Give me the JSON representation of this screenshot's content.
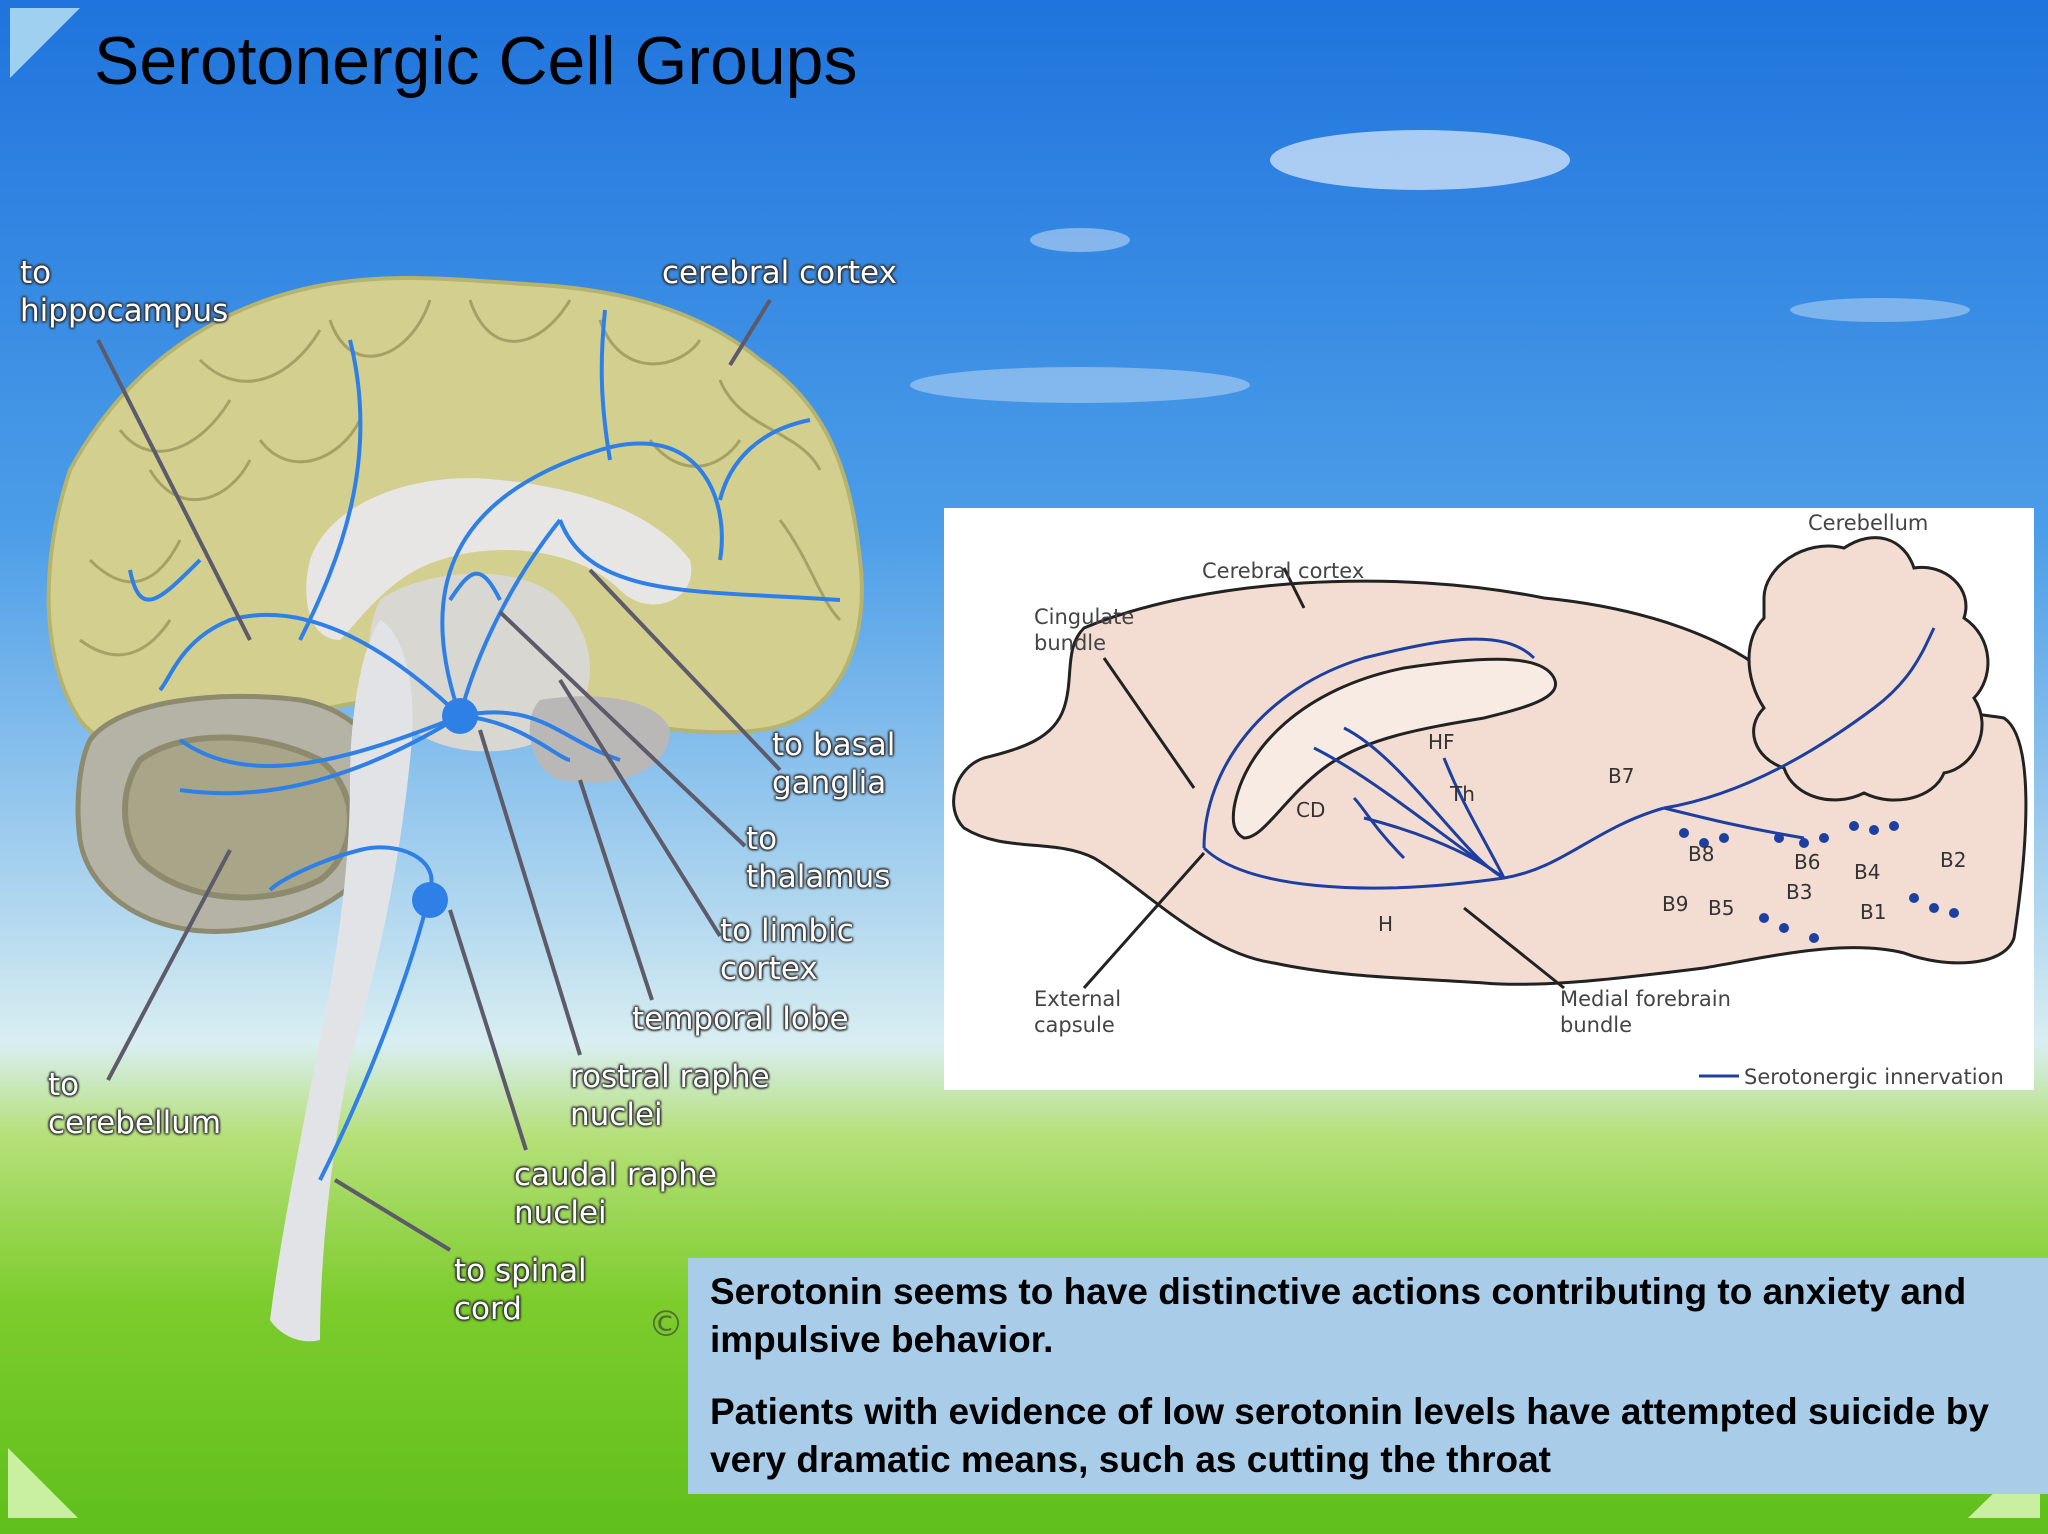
{
  "slide": {
    "title": "Serotonergic Cell Groups"
  },
  "left_diagram": {
    "labels": {
      "hippocampus": "to\nhippocampus",
      "cerebral_cortex": "cerebral cortex",
      "basal_ganglia": "to basal\nganglia",
      "thalamus": "to\nthalamus",
      "limbic_cortex": "to limbic\ncortex",
      "temporal_lobe": "temporal lobe",
      "rostral_raphe": "rostral raphe\nnuclei",
      "caudal_raphe": "caudal raphe\nnuclei",
      "spinal_cord": "to spinal\ncord",
      "cerebellum": "to\ncerebellum"
    },
    "copyright": "©"
  },
  "right_diagram": {
    "labels": {
      "cerebellum": "Cerebellum",
      "cerebral_cortex": "Cerebral cortex",
      "cingulate_bundle": "Cingulate\nbundle",
      "external_capsule": "External\ncapsule",
      "medial_forebrain_bundle": "Medial forebrain\nbundle",
      "legend": "Serotonergic innervation"
    },
    "regions": [
      "HF",
      "CD",
      "Th",
      "H"
    ],
    "nuclei": [
      "B7",
      "B8",
      "B9",
      "B5",
      "B6",
      "B3",
      "B4",
      "B1",
      "B2"
    ]
  },
  "note": {
    "line1": "Serotonin seems to have distinctive actions contributing to anxiety and impulsive behavior.",
    "line2": "Patients with evidence of low serotonin levels have attempted suicide by very dramatic means, such as cutting the throat"
  },
  "colors": {
    "sky_top": "#2a7fe0",
    "sky_bottom": "#d6ecf5",
    "grass": "#6cc62a",
    "brain_cortex": "#d8d59a",
    "pathway_blue": "#2f80e6",
    "rat_brain": "#f3ddd2",
    "rat_pathway": "#1d3fa0",
    "note_box": "#a9cce8"
  }
}
